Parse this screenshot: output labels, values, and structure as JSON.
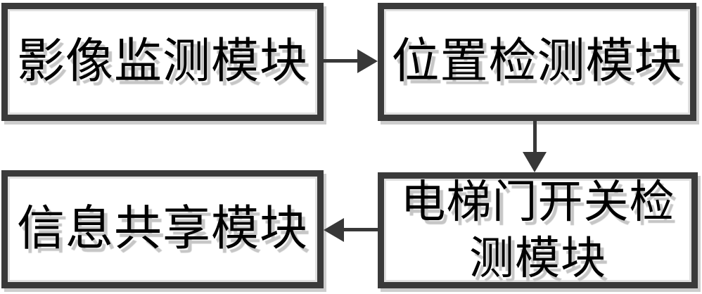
{
  "diagram": {
    "title": "elevator-monitoring-module-flow",
    "colors": {
      "box_border": "#3a3a3a",
      "arrow": "#383838",
      "text": "#000000",
      "text_shadow": "#c6c6c6",
      "background": "#ffffff"
    },
    "boxes": [
      {
        "id": "image-monitoring",
        "lines": [
          "影像监测模块"
        ]
      },
      {
        "id": "position-detection",
        "lines": [
          "位置检测模块"
        ]
      },
      {
        "id": "elevator-door-switch-detection",
        "lines": [
          "电梯门开关检",
          "测模块"
        ]
      },
      {
        "id": "information-sharing",
        "lines": [
          "信息共享模块"
        ]
      }
    ],
    "arrows": [
      {
        "from": "image-monitoring",
        "to": "position-detection",
        "direction": "right"
      },
      {
        "from": "position-detection",
        "to": "elevator-door-switch-detection",
        "direction": "down"
      },
      {
        "from": "elevator-door-switch-detection",
        "to": "information-sharing",
        "direction": "left"
      }
    ]
  }
}
